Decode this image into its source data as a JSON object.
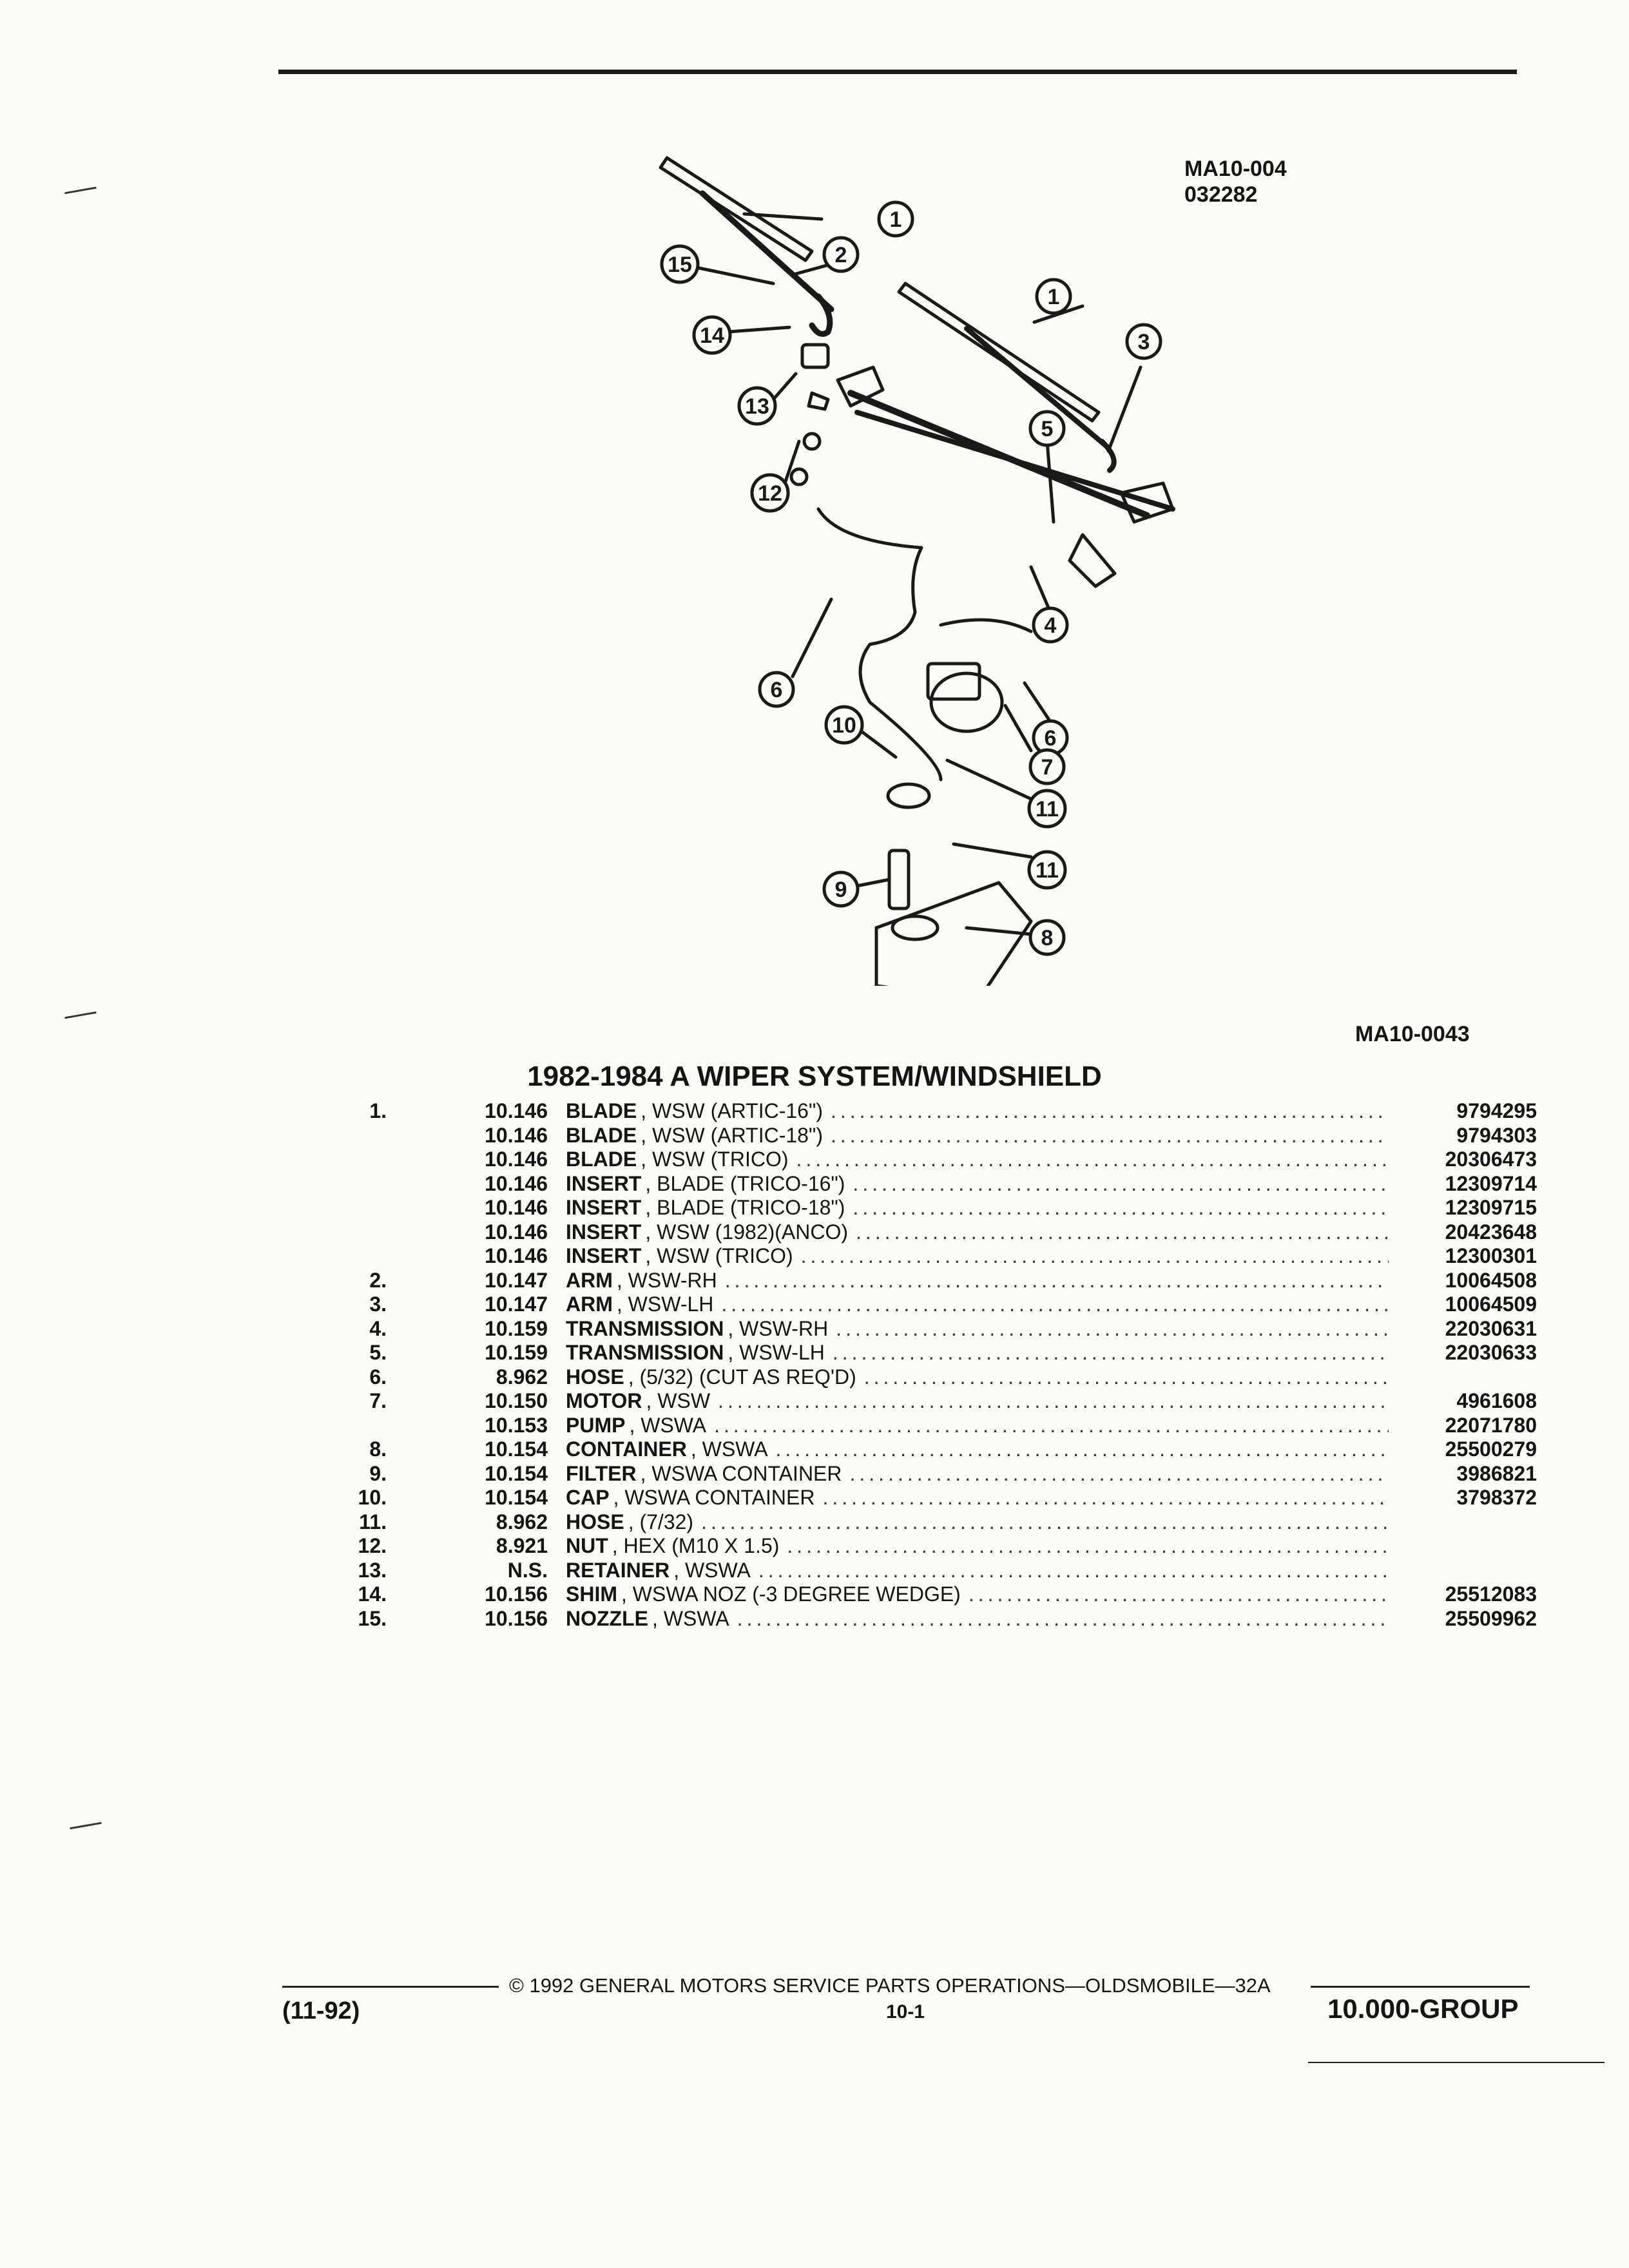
{
  "diagram": {
    "ref_code": [
      "MA10-004",
      "032282"
    ],
    "figure_code": "MA10-0043",
    "callouts": [
      "1",
      "2",
      "1",
      "3",
      "15",
      "14",
      "5",
      "13",
      "12",
      "4",
      "6",
      "6",
      "10",
      "7",
      "11",
      "9",
      "11",
      "8"
    ]
  },
  "section_title": "1982-1984 A WIPER SYSTEM/WINDSHIELD",
  "parts": [
    {
      "no": "1.",
      "group": "10.146",
      "name": "BLADE",
      "spec": ", WSW (ARTIC-16\")",
      "part": "9794295"
    },
    {
      "no": "",
      "group": "10.146",
      "name": "BLADE",
      "spec": ", WSW (ARTIC-18\")",
      "part": "9794303"
    },
    {
      "no": "",
      "group": "10.146",
      "name": "BLADE",
      "spec": ", WSW (TRICO)",
      "part": "20306473"
    },
    {
      "no": "",
      "group": "10.146",
      "name": "INSERT",
      "spec": ", BLADE (TRICO-16\")",
      "part": "12309714"
    },
    {
      "no": "",
      "group": "10.146",
      "name": "INSERT",
      "spec": ", BLADE (TRICO-18\")",
      "part": "12309715"
    },
    {
      "no": "",
      "group": "10.146",
      "name": "INSERT",
      "spec": ", WSW (1982)(ANCO)",
      "part": "20423648"
    },
    {
      "no": "",
      "group": "10.146",
      "name": "INSERT",
      "spec": ", WSW (TRICO)",
      "part": "12300301"
    },
    {
      "no": "2.",
      "group": "10.147",
      "name": "ARM",
      "spec": ", WSW-RH",
      "part": "10064508"
    },
    {
      "no": "3.",
      "group": "10.147",
      "name": "ARM",
      "spec": ", WSW-LH",
      "part": "10064509"
    },
    {
      "no": "4.",
      "group": "10.159",
      "name": "TRANSMISSION",
      "spec": ", WSW-RH",
      "part": "22030631"
    },
    {
      "no": "5.",
      "group": "10.159",
      "name": "TRANSMISSION",
      "spec": ", WSW-LH",
      "part": "22030633"
    },
    {
      "no": "6.",
      "group": "8.962",
      "name": "HOSE",
      "spec": ", (5/32) (CUT AS REQ'D)",
      "part": ""
    },
    {
      "no": "7.",
      "group": "10.150",
      "name": "MOTOR",
      "spec": ", WSW",
      "part": "4961608"
    },
    {
      "no": "",
      "group": "10.153",
      "name": "PUMP",
      "spec": ", WSWA",
      "part": "22071780"
    },
    {
      "no": "8.",
      "group": "10.154",
      "name": "CONTAINER",
      "spec": ", WSWA",
      "part": "25500279"
    },
    {
      "no": "9.",
      "group": "10.154",
      "name": "FILTER",
      "spec": ", WSWA CONTAINER",
      "part": "3986821"
    },
    {
      "no": "10.",
      "group": "10.154",
      "name": "CAP",
      "spec": ", WSWA CONTAINER",
      "part": "3798372"
    },
    {
      "no": "11.",
      "group": "8.962",
      "name": "HOSE",
      "spec": ", (7/32)",
      "part": ""
    },
    {
      "no": "12.",
      "group": "8.921",
      "name": "NUT",
      "spec": ", HEX (M10 X 1.5)",
      "part": ""
    },
    {
      "no": "13.",
      "group": "N.S.",
      "name": "RETAINER",
      "spec": ", WSWA",
      "part": ""
    },
    {
      "no": "14.",
      "group": "10.156",
      "name": "SHIM",
      "spec": ", WSWA NOZ (-3 DEGREE WEDGE)",
      "part": "25512083"
    },
    {
      "no": "15.",
      "group": "10.156",
      "name": "NOZZLE",
      "spec": ", WSWA",
      "part": "25509962"
    }
  ],
  "footer": {
    "copyright": "© 1992 GENERAL MOTORS SERVICE PARTS OPERATIONS—OLDSMOBILE—32A",
    "date": "(11-92)",
    "page": "10-1",
    "group": "10.000-GROUP"
  }
}
